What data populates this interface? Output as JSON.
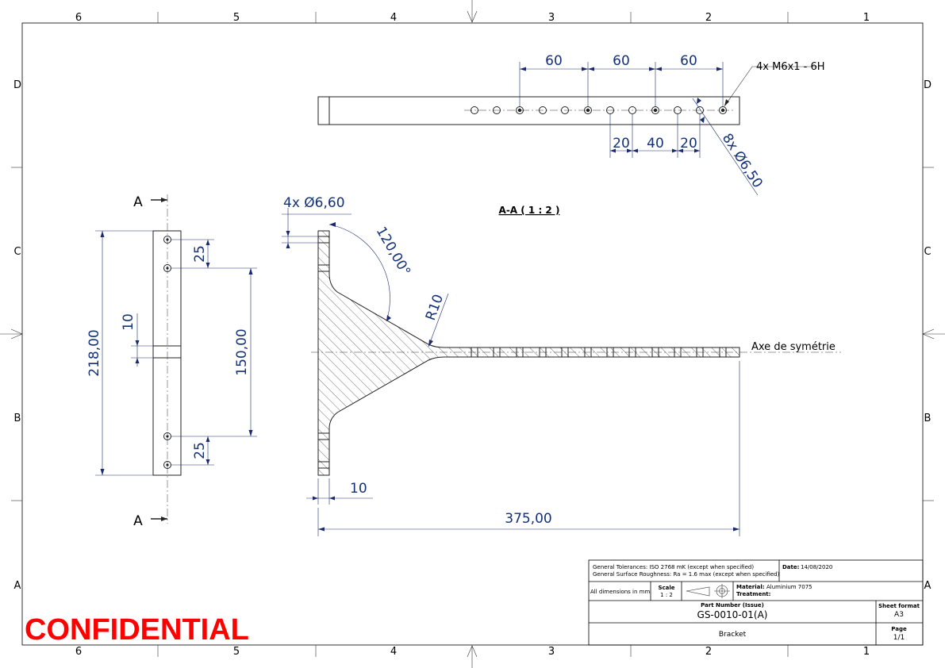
{
  "sheet": {
    "zones_top": [
      "6",
      "5",
      "4",
      "3",
      "2",
      "1"
    ],
    "zones_side": [
      "D",
      "C",
      "B",
      "A"
    ]
  },
  "section": {
    "title": "A-A ( 1 : 2 )",
    "cut_label": "A"
  },
  "dimensions": {
    "spacing_top_1": "60",
    "spacing_top_2": "60",
    "spacing_top_3": "60",
    "thread_callout": "4x M6x1 - 6H",
    "spacing_bottom_1": "20",
    "spacing_bottom_2": "40",
    "spacing_bottom_3": "20",
    "hole_callout_top": "8x Ø6,50",
    "hole_callout_left": "4x Ø6,60",
    "angle": "120,00°",
    "radius": "R10",
    "symmetry_axis": "Axe de symétrie",
    "height_total": "218,00",
    "height_between": "150,00",
    "edge_top": "25",
    "edge_bottom": "25",
    "center_gap": "10",
    "thickness": "10",
    "length_total": "375,00"
  },
  "title_block": {
    "tolerances": "General Tolerances: ISO 2768 mK (except when specified)",
    "roughness": "General Surface Roughness: Ra = 1.6 max (except when specified)",
    "date_label": "Date:",
    "date_value": "14/08/2020",
    "units": "All dimensions in mm",
    "scale_label": "Scale",
    "scale_value": "1 : 2",
    "material_label": "Material:",
    "material_value": "Aluminium 7075",
    "treatment_label": "Treatment:",
    "part_number_label": "Part Number (Issue)",
    "part_number_value": "GS-0010-01(A)",
    "sheet_format_label": "Sheet format",
    "sheet_format_value": "A3",
    "description": "Bracket",
    "page_label": "Page",
    "page_value": "1/1"
  },
  "watermark": "CONFIDENTIAL",
  "colors": {
    "dimension": "#13307a",
    "confidential": "#ff0000"
  }
}
